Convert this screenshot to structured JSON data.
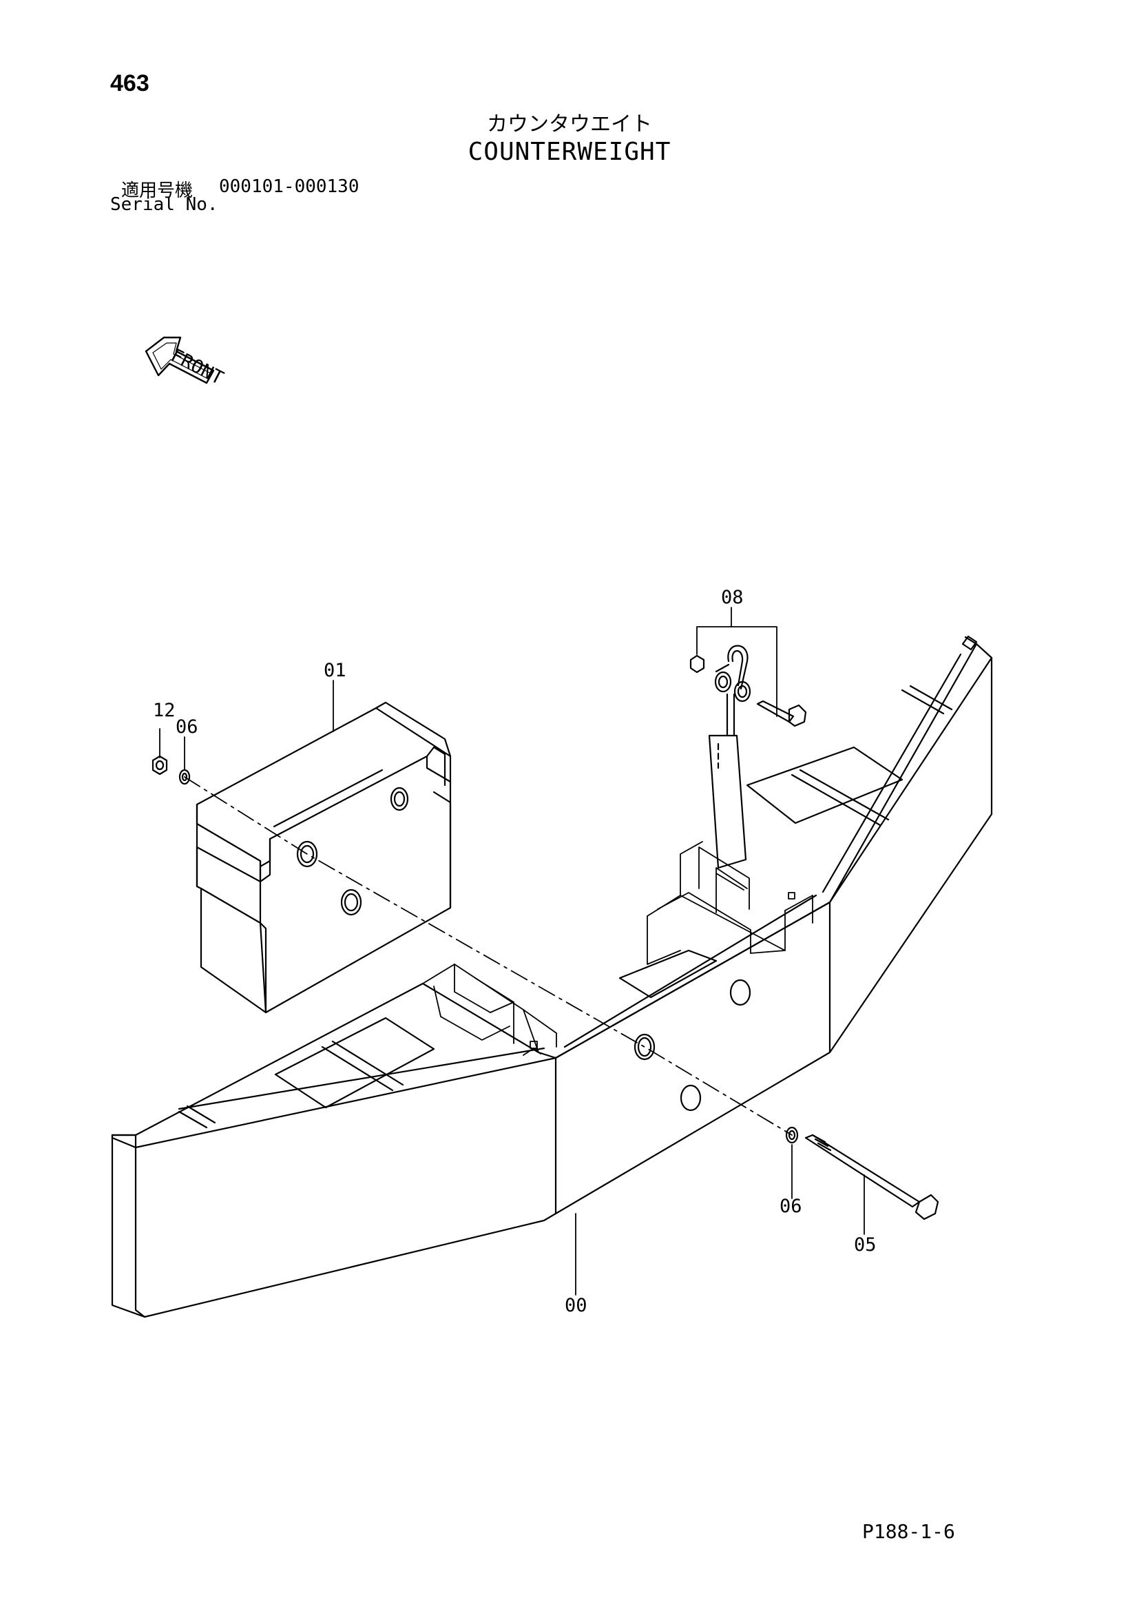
{
  "page_number": "463",
  "title_jp": "カウンタウエイト",
  "title_en": "COUNTERWEIGHT",
  "serial_label_jp": "適用号機",
  "serial_range": "000101-000130",
  "serial_label_en": "Serial No.",
  "front_label": "FRONT",
  "callouts": {
    "c00": "00",
    "c01": "01",
    "c05": "05",
    "c06a": "06",
    "c06b": "06",
    "c08": "08",
    "c12": "12"
  },
  "doc_code": "P188-1-6"
}
